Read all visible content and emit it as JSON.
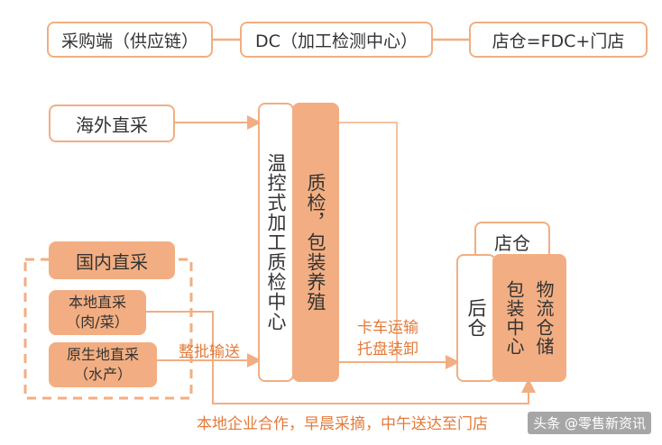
{
  "top_chain": {
    "procurement": "采购端（供应链）",
    "dc": "DC（加工检测中心）",
    "store_warehouse": "店仓=FDC+门店"
  },
  "sources": {
    "overseas": "海外直采",
    "domestic": "国内直采",
    "local": "本地直采\n（肉/菜）",
    "origin": "原生地直采\n（水产）"
  },
  "dc_detail": {
    "processing": "温控式加工质检中心",
    "inspection": "质检，包装养殖"
  },
  "store": {
    "title": "店仓",
    "back_warehouse": "后仓",
    "packing": "包装中心",
    "logistics": "物流仓储"
  },
  "labels": {
    "bulk": "整批输送",
    "truck": "卡车运输\n托盘装卸",
    "local_note": "本地企业合作，早晨采摘，中午送达至门店"
  },
  "watermark": "头条 @零售新资讯",
  "colors": {
    "accent": "#f2ae82",
    "text_accent": "#e47a3a"
  }
}
